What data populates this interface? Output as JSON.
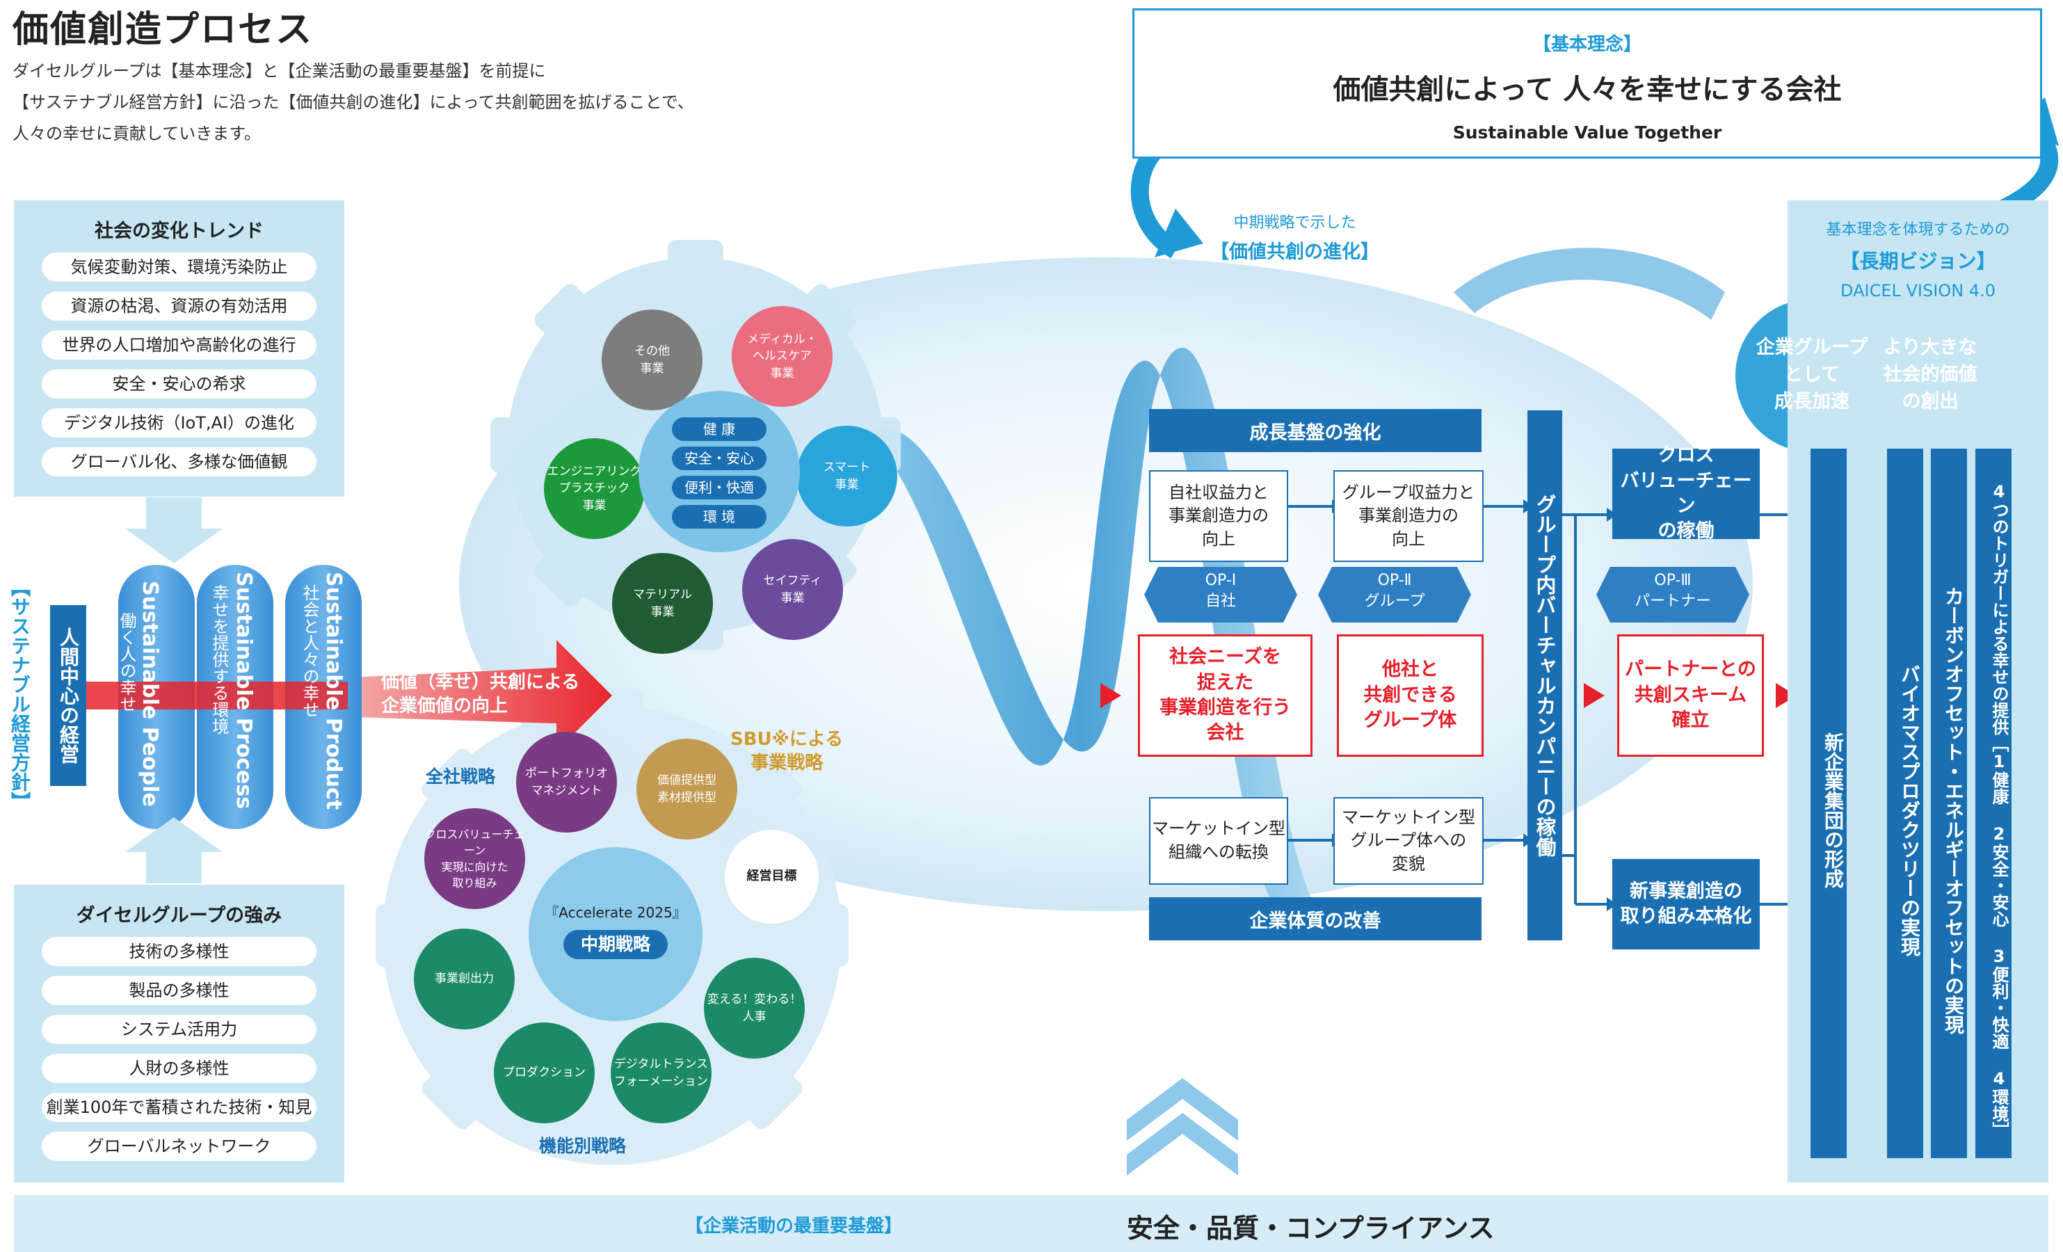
{
  "title": "価値創造プロセス",
  "intro": [
    "ダイセルグループは【基本理念】と【企業活動の最重要基盤】を前提に",
    "【サステナブル経営方針】に沿った【価値共創の進化】によって共創範囲を拡げることで、",
    "人々の幸せに貢献していきます。"
  ],
  "philosophy": {
    "label": "【基本理念】",
    "main": "価値共創によって 人々を幸せにする会社",
    "sub": "Sustainable Value Together"
  },
  "trends": {
    "title": "社会の変化トレンド",
    "items": [
      "気候変動対策、環境汚染防止",
      "資源の枯渇、資源の有効活用",
      "世界の人口増加や高齢化の進行",
      "安全・安心の希求",
      "デジタル技術（IoT,AI）の進化",
      "グローバル化、多様な価値観"
    ]
  },
  "strengths": {
    "title": "ダイセルグループの強み",
    "items": [
      "技術の多様性",
      "製品の多様性",
      "システム活用力",
      "人財の多様性",
      "創業100年で蓄積された技術・知見",
      "グローバルネットワーク"
    ]
  },
  "sustainable_policy": "【サステナブル経営方針】",
  "human_centric": "人間中心の経営",
  "pillars": [
    {
      "en": "Sustainable People",
      "jp": "働く人の幸せ"
    },
    {
      "en": "Sustainable Process",
      "jp": "幸せを提供する環境"
    },
    {
      "en": "Sustainable Product",
      "jp": "社会と人々の幸せ"
    }
  ],
  "value_arrow": {
    "line1": "価値（幸せ）共創による",
    "line2": "企業価値の向上"
  },
  "upper_gear": {
    "center_items": [
      "健 康",
      "安全・安心",
      "便利・快適",
      "環 境"
    ],
    "businesses": [
      {
        "label": "その他\n事業",
        "color": "#7d7d7d"
      },
      {
        "label": "メディカル・\nヘルスケア\n事業",
        "color": "#ea6e7f"
      },
      {
        "label": "スマート\n事業",
        "color": "#2aa5dc"
      },
      {
        "label": "セイフティ\n事業",
        "color": "#6b4b9b"
      },
      {
        "label": "マテリアル\n事業",
        "color": "#1f5c33"
      },
      {
        "label": "エンジニアリング\nプラスチック\n事業",
        "color": "#1c9a3b"
      }
    ]
  },
  "lower_gear": {
    "corporate_label": "全社戦略",
    "sbu_label": "SBU※による\n事業戦略",
    "functional_label": "機能別戦略",
    "center_title": "『Accelerate 2025』",
    "center_badge": "中期戦略",
    "items": [
      {
        "label": "ポートフォリオ\nマネジメント",
        "color": "#7a3b84"
      },
      {
        "label": "クロスバリューチェーン\n実現に向けた\n取り組み",
        "color": "#7a3b84"
      },
      {
        "label": "価値提供型\n素材提供型",
        "color": "#c29a52"
      },
      {
        "label": "経営目標",
        "color": "#ffffff"
      },
      {
        "label": "事業創出力",
        "color": "#1d8a67"
      },
      {
        "label": "変える！変わる！\n人事",
        "color": "#1d8a67"
      },
      {
        "label": "プロダクション",
        "color": "#1d8a67"
      },
      {
        "label": "デジタルトランス\nフォーメーション",
        "color": "#1d8a67"
      }
    ]
  },
  "midterm_label": {
    "line1": "中期戦略で示した",
    "line2": "【価値共創の進化】"
  },
  "growth_bar": "成長基盤の強化",
  "quality_bar": "企業体質の改善",
  "boxes": {
    "self_profit": "自社収益力と\n事業創造力の\n向上",
    "group_profit": "グループ収益力と\n事業創造力の\n向上",
    "market_org": "マーケットイン型\n組織への転換",
    "market_group": "マーケットイン型\nグループ体への\n変貌",
    "red1": "社会ニーズを\n捉えた\n事業創造を行う\n会社",
    "red2": "他社と\n共創できる\nグループ体",
    "red3": "パートナーとの\n共創スキーム\n確立",
    "cross_value": "クロス\nバリューチェーン\nの稼働",
    "new_business": "新事業創造の\n取り組み本格化"
  },
  "op": [
    {
      "label": "OP-Ⅰ",
      "sub": "自社"
    },
    {
      "label": "OP-Ⅱ",
      "sub": "グループ"
    },
    {
      "label": "OP-Ⅲ",
      "sub": "パートナー"
    }
  ],
  "virtual_company": "グループ内バーチャルカンパニーの稼働",
  "vision": {
    "line1": "基本理念を体現するための",
    "line2": "【長期ビジョン】",
    "line3": "DAICEL VISION 4.0",
    "circle_left": "企業グループ\nとして\n成長加速",
    "circle_right": "より大きな\n社会的価値\nの創出"
  },
  "columns": {
    "new_group": "新企業集団の形成",
    "biomass": "バイオマスプロダクツリーの実現",
    "carbon": "カーボンオフセット・エネルギーオフセットの実現",
    "triggers": "4つのトリガーによる幸せの提供［1健康 2安全・安心 3便利・快適 4環境］"
  },
  "footer": {
    "label": "【企業活動の最重要基盤】",
    "main": "安全・品質・コンプライアンス"
  }
}
